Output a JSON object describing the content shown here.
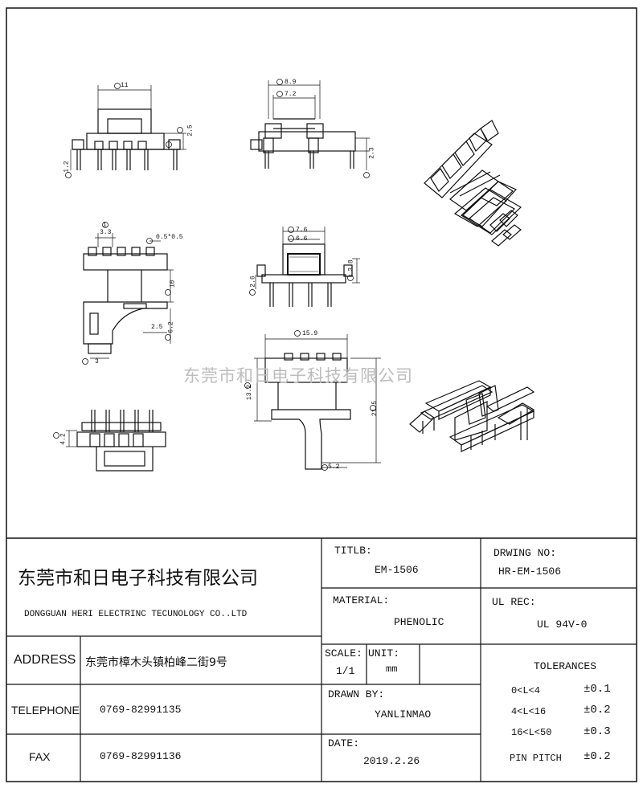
{
  "watermark": "东莞市和日电子科技有限公司",
  "dimensions": {
    "d11": "11",
    "d2_5": "2.5",
    "d1_2": "1.2",
    "d8_9": "8.9",
    "d7_2": "7.2",
    "d2_3": "2.3",
    "d1": "1",
    "d3_3": "3.3",
    "d05x05": "0.5*0.5",
    "d10": "10",
    "d2_5b": "2.5",
    "d6_2": "6.2",
    "d3": "3",
    "d7_6": "7.6",
    "d6_6": "6.6",
    "d3_8": "3.8",
    "d2_6": "2.6",
    "d15_9": "15.9",
    "d13_2": "13.2",
    "d21_5": "21.5",
    "d5_2": "5.2",
    "d4_2": "4.2"
  },
  "title_block": {
    "company_cn": "东莞市和日电子科技有限公司",
    "company_en": "DONGGUAN  HERI ELECTRINC TECUNOLOGY CO..LTD",
    "titlb_label": "TITLB:",
    "titlb_value": "EM-1506",
    "drwing_label": "DRWING NO:",
    "drwing_value": "HR-EM-1506",
    "material_label": "MATERIAL:",
    "material_value": "PHENOLIC",
    "ulrec_label": "UL REC:",
    "ulrec_value": "UL  94V-0",
    "address_label": "ADDRESS",
    "address_value": "东莞市樟木头镇柏峰二街9号",
    "scale_label": "SCALE:",
    "scale_value": "1/1",
    "unit_label": "UNIT:",
    "unit_value": "mm",
    "telephone_label": "TELEPHONE",
    "telephone_value": "0769-82991135",
    "drawn_label": "DRAWN BY:",
    "drawn_value": "YANLINMAO",
    "fax_label": "FAX",
    "fax_value": "0769-82991136",
    "date_label": "DATE:",
    "date_value": "2019.2.26",
    "tolerances_label": "TOLERANCES",
    "tol_rows": [
      {
        "range": "0<L<4",
        "value": "±0.1"
      },
      {
        "range": "4<L<16",
        "value": "±0.2"
      },
      {
        "range": "16<L<50",
        "value": "±0.3"
      },
      {
        "range": "PIN PITCH",
        "value": "±0.2"
      }
    ]
  }
}
